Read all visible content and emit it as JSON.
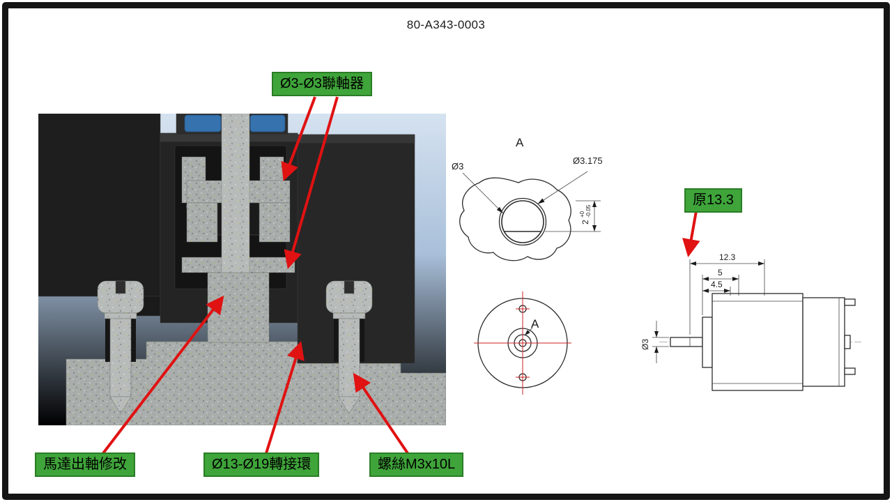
{
  "frame": {
    "title": "80-A343-0003"
  },
  "callouts": {
    "coupler": {
      "label": "Ø3-Ø3聯軸器"
    },
    "motor_shaft": {
      "label": "馬達出軸修改"
    },
    "adapter_ring": {
      "label": "Ø13-Ø19轉接環"
    },
    "screw": {
      "label": "螺絲M3x10L"
    },
    "original_length": {
      "label": "原13.3"
    }
  },
  "detail_view": {
    "title": "A",
    "dia_shaft": "Ø3",
    "dia_bore": "Ø3.175",
    "flat_dim": "2",
    "tol_upper": "+0",
    "tol_lower": "-0.05"
  },
  "bottom_view": {
    "detail_marker": "A"
  },
  "motor_view": {
    "dim_overall": "12.3",
    "dim_mid": "5",
    "dim_inner": "4.5",
    "dia_shaft": "Ø3"
  },
  "colors": {
    "callout_bg": "#3fa43a",
    "callout_border": "#2a7d26",
    "arrow": "#e01212"
  }
}
